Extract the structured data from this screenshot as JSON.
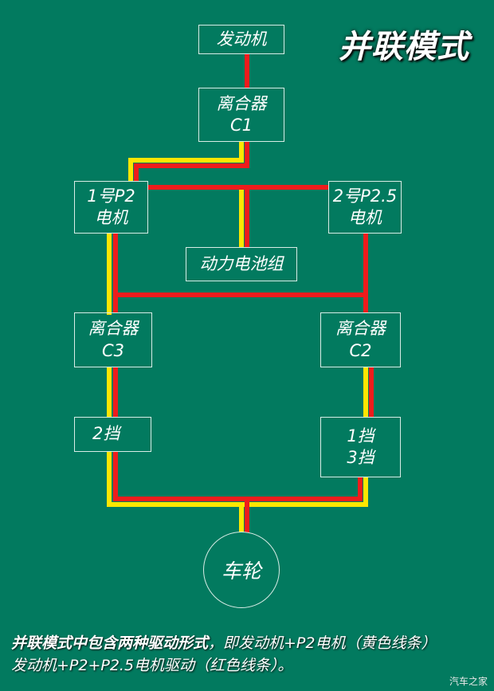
{
  "title": "并联模式",
  "nodes": {
    "engine": {
      "label": "发动机"
    },
    "clutch_c1": {
      "line1": "离合器",
      "line2": "C1"
    },
    "motor_p2": {
      "line1": "1号P2",
      "line2": "电机"
    },
    "motor_p25": {
      "line1": "2号P2.5",
      "line2": "电机"
    },
    "battery": {
      "label": "动力电池组"
    },
    "clutch_c3": {
      "line1": "离合器",
      "line2": "C3"
    },
    "clutch_c2": {
      "line1": "离合器",
      "line2": "C2"
    },
    "gear_2": {
      "label": "2挡"
    },
    "gear_13": {
      "line1": "1挡",
      "line2": "3挡"
    },
    "wheel": {
      "label": "车轮"
    }
  },
  "colors": {
    "background": "#027a5f",
    "path_yellow": "#ffe600",
    "path_red": "#ee1c1c"
  },
  "caption": {
    "bold": "并联模式中包含两种驱动形式",
    "line1_rest": "，即发动机+P2电机（黄色线条）",
    "line2": "发动机+P2+P2.5电机驱动（红色线条）。"
  },
  "watermark": "汽车之家"
}
